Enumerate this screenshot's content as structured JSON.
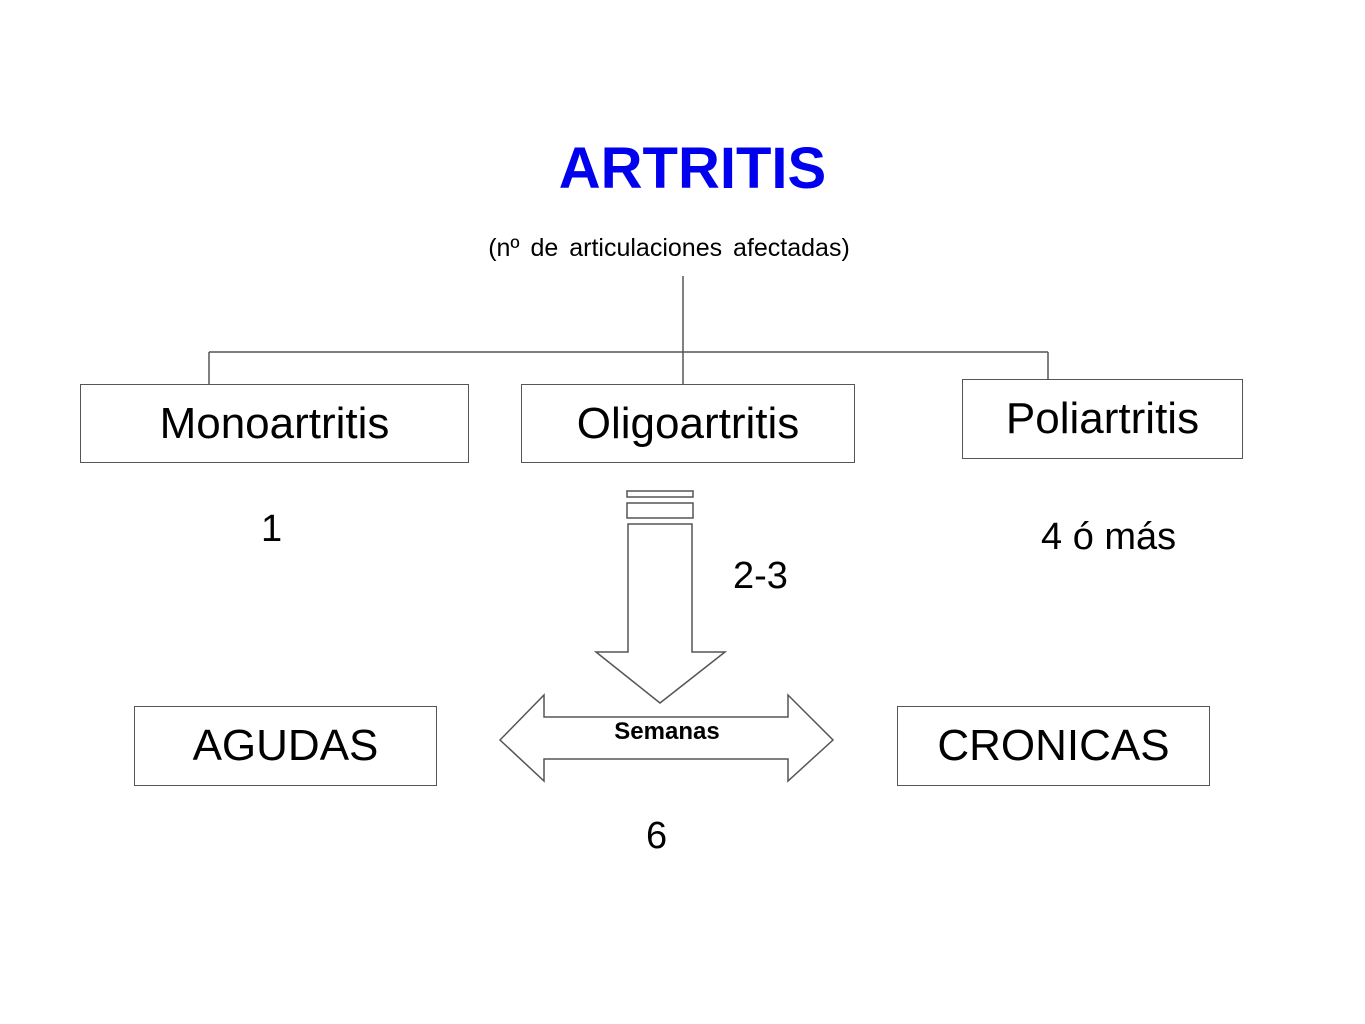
{
  "diagram": {
    "title": "ARTRITIS",
    "subtitle": "(nº de articulaciones afectadas)",
    "categories": {
      "mono": {
        "label": "Monoartritis",
        "count": "1"
      },
      "oligo": {
        "label": "Oligoartritis",
        "count": "2-3"
      },
      "poli": {
        "label": "Poliartritis",
        "count": "4 ó más"
      }
    },
    "duration": {
      "acute_label": "AGUDAS",
      "chronic_label": "CRONICAS",
      "arrow_label": "Semanas",
      "threshold": "6"
    }
  },
  "colors": {
    "title": "#0000ee",
    "stroke": "#555555"
  }
}
